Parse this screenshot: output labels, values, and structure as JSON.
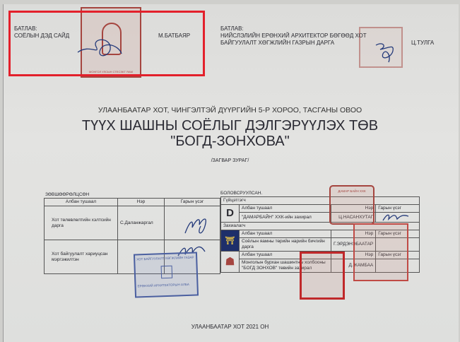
{
  "approval_left": {
    "label": "БАТЛАВ:",
    "position": "СОЁЛЫН ДЭД САЙД",
    "name": "М.БАТБАЯР",
    "stamp_text": "МОНГОЛ УЛСЫН СТЕСЭКТ ЯАМ"
  },
  "approval_right": {
    "label": "БАТЛАВ:",
    "position_line1": "НИЙСЛЭЛИЙН ЕРӨНХИЙ АРХИТЕКТОР БӨГӨӨД ХОТ",
    "position_line2": "БАЙГУУЛАЛТ ХӨГЖЛИЙН ГАЗРЫН ДАРГА",
    "name": "Ц.ТУЛГА"
  },
  "header": {
    "location": "УЛААНБААТАР ХОТ, ЧИНГЭЛТЭЙ ДҮҮРГИЙН 5-Р ХОРОО, ТАСГАНЫ ОВОО",
    "title_line1": "ТҮҮХ ШАШНЫ СОЁЛЫГ ДЭЛГЭРҮҮЛЭХ ТӨВ",
    "title_line2": "\"БОГД-ЗОНХОВА\"",
    "subtitle": "/ЗАГВАР ЗУРАГ/"
  },
  "agreed": {
    "label": "ЗӨВШӨӨРӨЛЦСӨН",
    "columns": [
      "Албан тушаал",
      "Нэр",
      "Гарын үсэг"
    ],
    "rows": [
      {
        "position": "Хот төлөвлөлтийн хэлтсийн дарга",
        "name": "С.Даланжаргал"
      },
      {
        "position": "Хот байгуулалт хариуцсан мэргэжилтэн",
        "name": ""
      }
    ],
    "stamp_text": "ХОТ БАЙГУУЛАЛТ ХӨГЖЛИЙН ГАЗАР",
    "stamp_text2": "ЕРӨНХИЙ АРХИТЕКТОРЫН АЛБА"
  },
  "prepared": {
    "label": "БОЛОВСРУУЛСАН.",
    "contractor_label": "Гүйцэтгэгч",
    "client_label": "Захиалагч",
    "position_label": "Албан тушаал",
    "name_label": "Нэр",
    "signature_label": "Гарын үсэг",
    "rows": [
      {
        "logo": "D",
        "position": "\"ДАМАРБАЙН\" ХХК-ийн захирал",
        "name": "Ц.НАСАНХУТАГ"
      },
      {
        "logo": "⛩",
        "position": "Соёлын яамны төрийн нарийн бичгийн дарга",
        "name": "Г.ЭРДЭНЭБААТАР"
      },
      {
        "logo": "☗",
        "position": "Монголын бурхан шашинтны холбооны \"БОГД ЗОНХОВ\" төвийн захирал",
        "name": "Д.ЖАМБАА"
      }
    ],
    "stamp_text": "ДАМАР БАЙН ХХК"
  },
  "footer": {
    "text": "УЛААНБААТАР ХОТ 2021 ОН"
  },
  "colors": {
    "highlight": "#e3202b",
    "stamp_red": "#a5453f",
    "ink_blue": "#243a7a"
  }
}
